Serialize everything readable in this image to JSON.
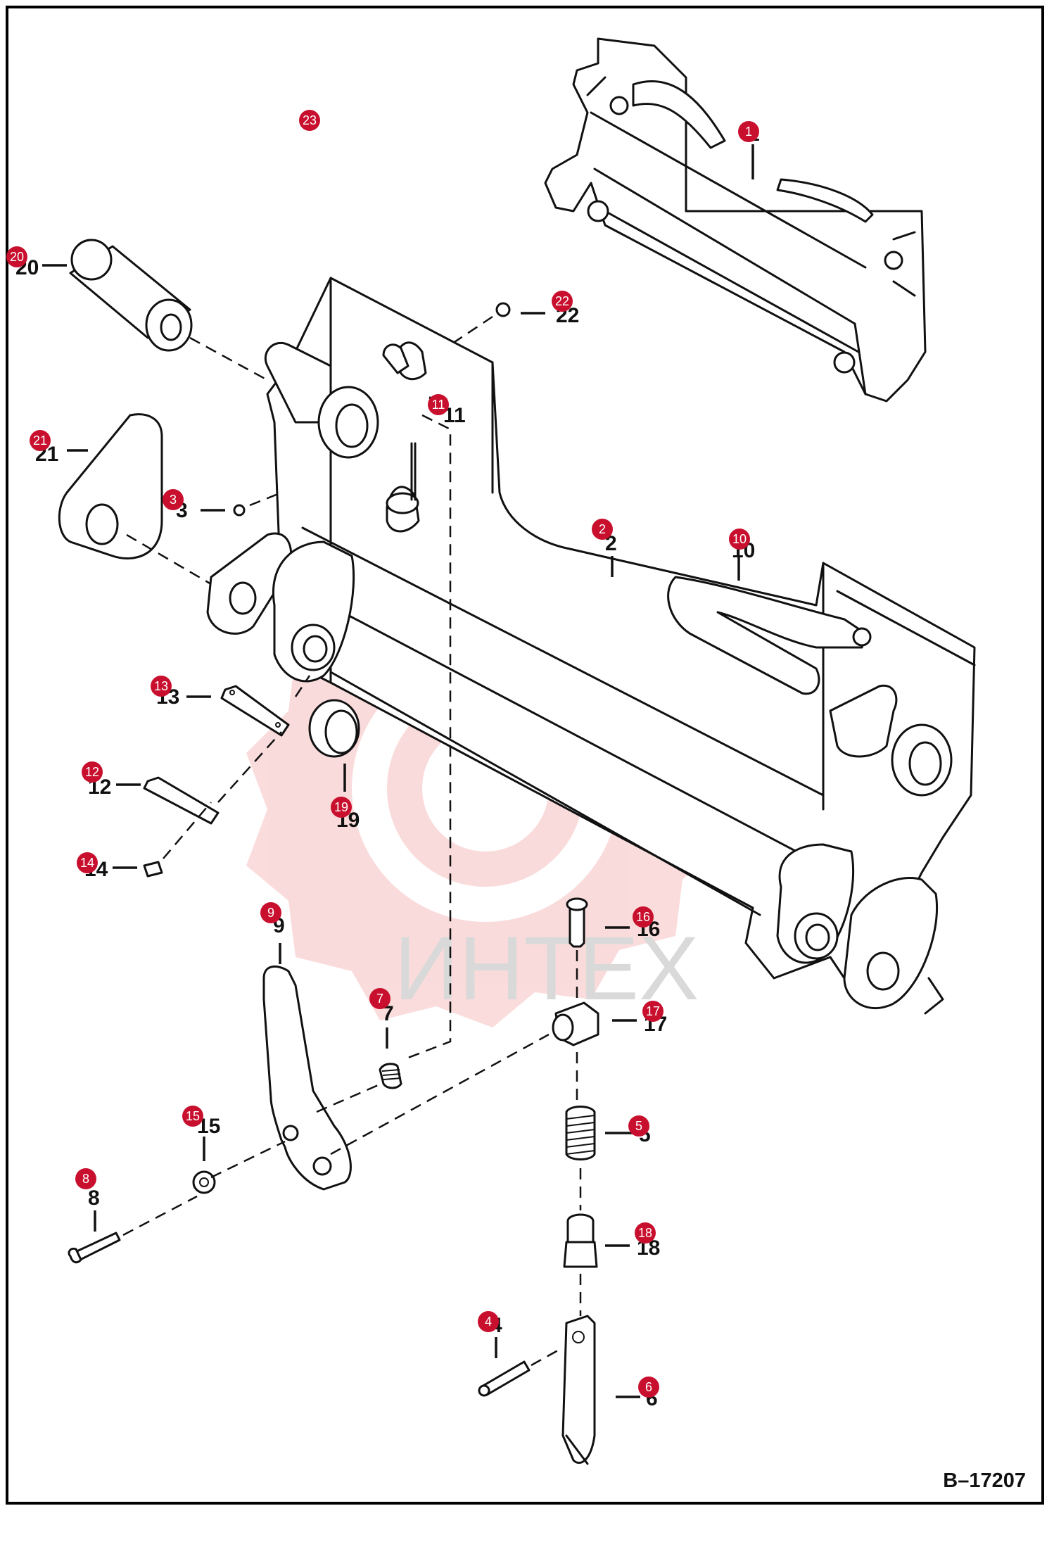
{
  "figure_id": "B–17207",
  "watermark": "ИНТЕХ",
  "accent_color": "#c8102e",
  "callouts": [
    {
      "id": "1",
      "label": "1"
    },
    {
      "id": "2",
      "label": "2"
    },
    {
      "id": "3",
      "label": "3"
    },
    {
      "id": "4",
      "label": "4"
    },
    {
      "id": "5",
      "label": "5"
    },
    {
      "id": "6",
      "label": "6"
    },
    {
      "id": "7",
      "label": "7"
    },
    {
      "id": "8",
      "label": "8"
    },
    {
      "id": "9",
      "label": "9"
    },
    {
      "id": "10",
      "label": "10"
    },
    {
      "id": "11",
      "label": "11"
    },
    {
      "id": "12",
      "label": "12"
    },
    {
      "id": "13",
      "label": "13"
    },
    {
      "id": "14",
      "label": "14"
    },
    {
      "id": "15",
      "label": "15"
    },
    {
      "id": "16",
      "label": "16"
    },
    {
      "id": "17",
      "label": "17"
    },
    {
      "id": "18",
      "label": "18"
    },
    {
      "id": "19",
      "label": "19"
    },
    {
      "id": "20",
      "label": "20"
    },
    {
      "id": "21",
      "label": "21"
    },
    {
      "id": "22",
      "label": "22"
    },
    {
      "id": "23",
      "label": "23"
    }
  ]
}
